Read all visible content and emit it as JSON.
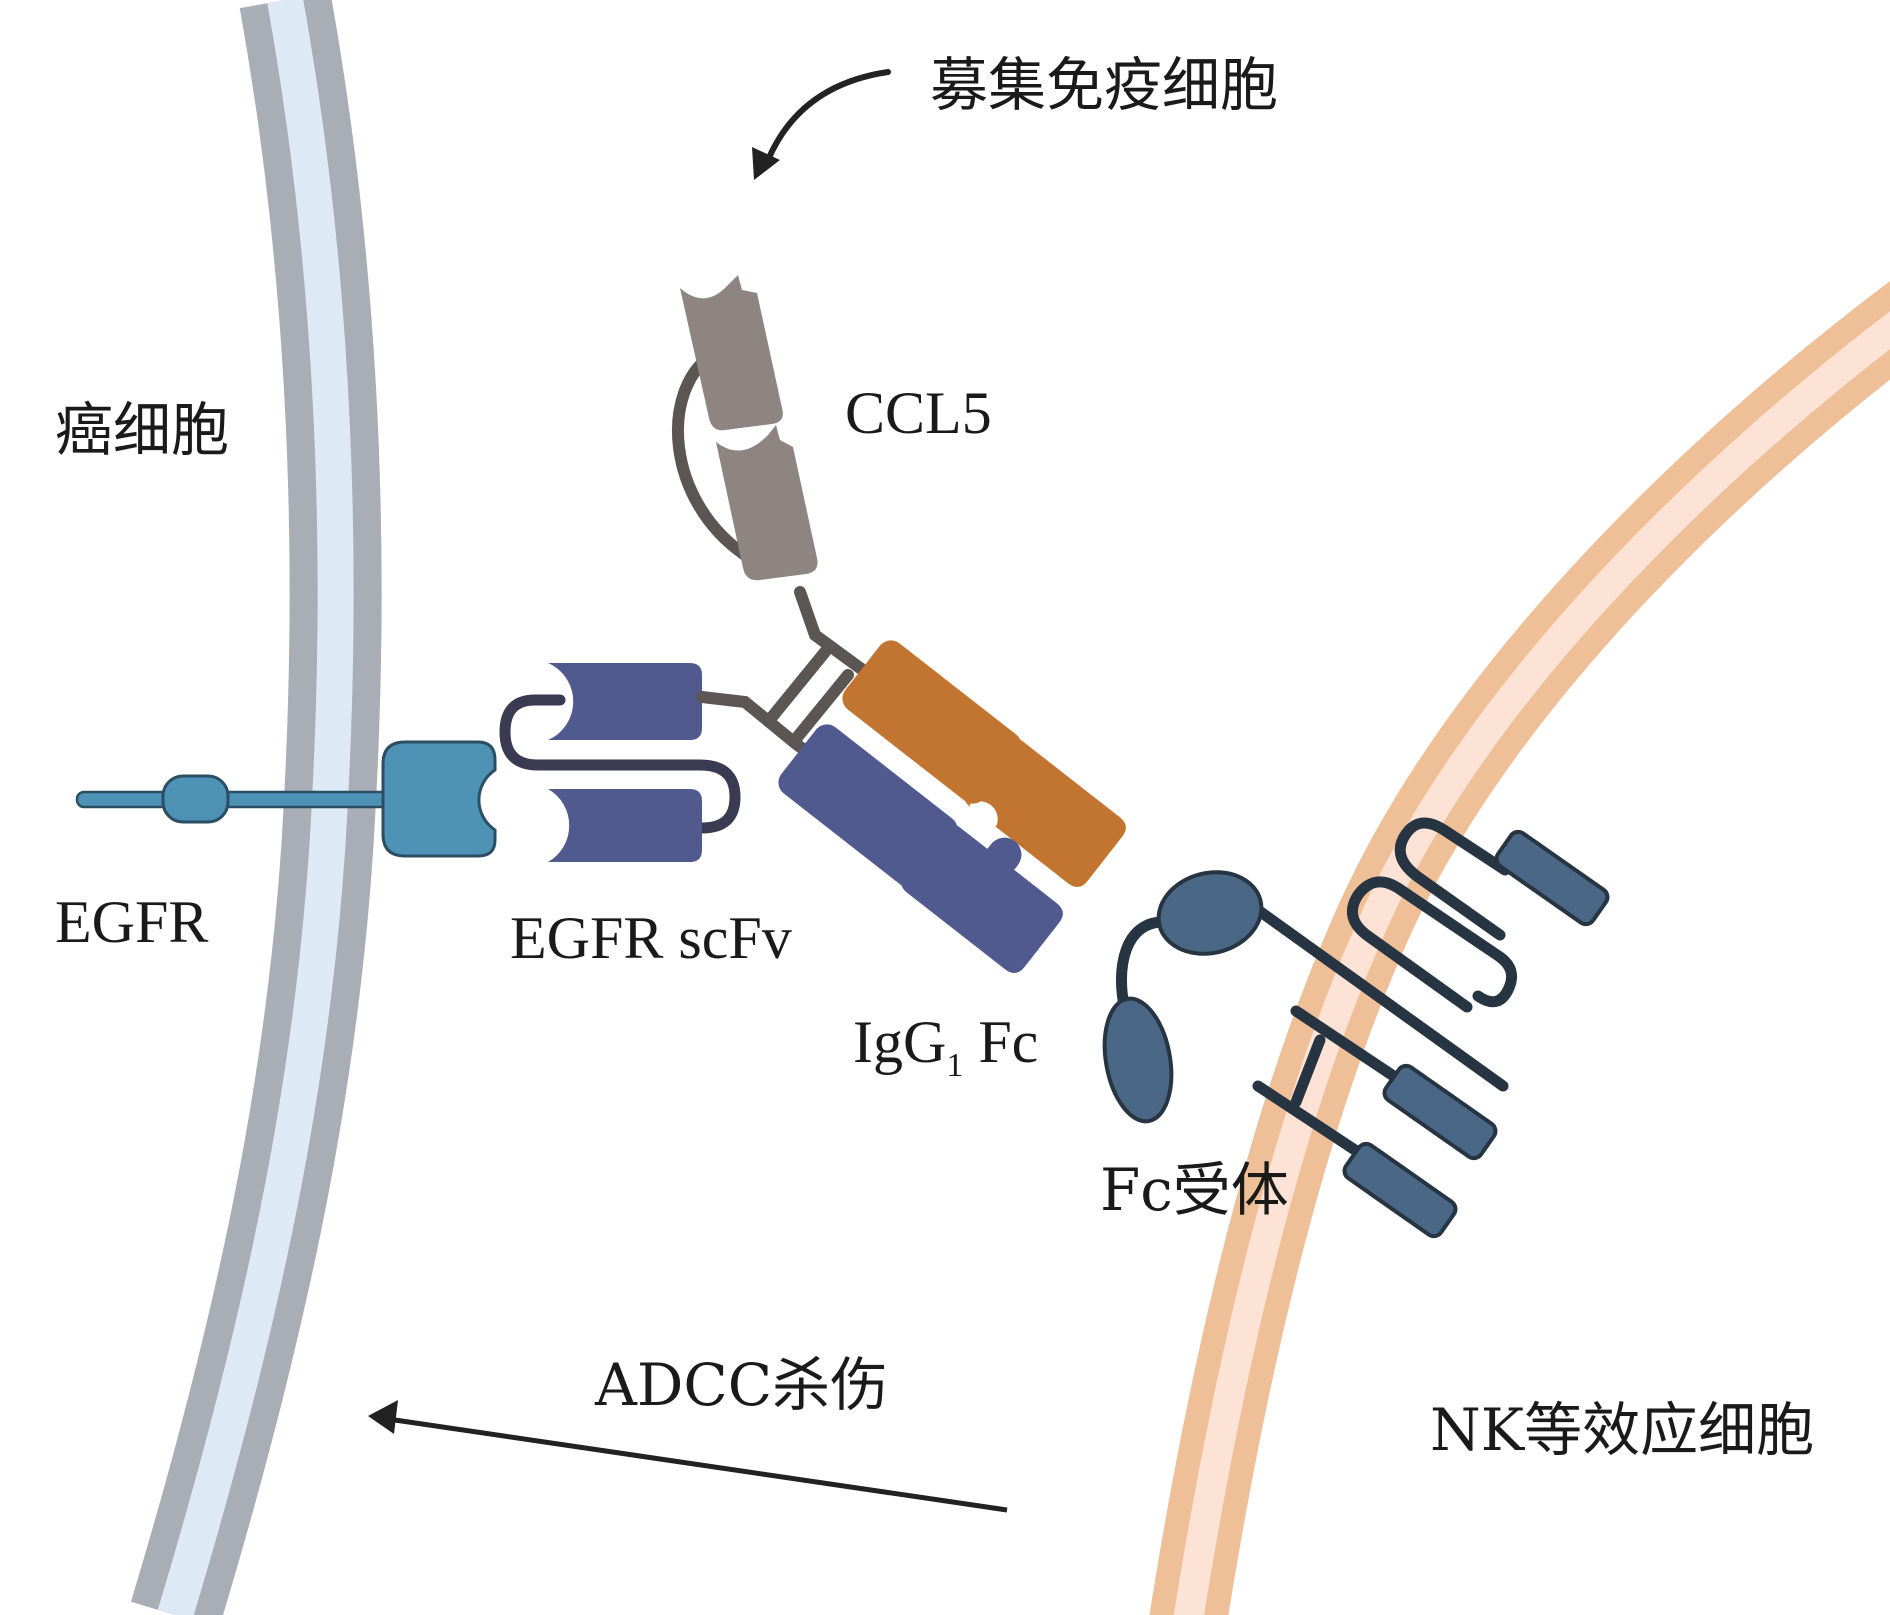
{
  "title": "CCL5-scFv-Fc fusion protein mechanism diagram",
  "labels": {
    "cancer_cell": "癌细胞",
    "recruit_immune": "募集免疫细胞",
    "ccl5": "CCL5",
    "egfr": "EGFR",
    "egfr_scfv": "EGFR scFv",
    "igg_prefix": "IgG",
    "igg_sub": "1",
    "igg_suffix": " Fc",
    "fc_receptor": "Fc受体",
    "adcc": "ADCC杀伤",
    "nk_cell": "NK等效应细胞"
  },
  "colors": {
    "cancer_membrane_outer": "#a9adb5",
    "cancer_membrane_inner": "#dde9f5",
    "nk_membrane_outer": "#efbf98",
    "nk_membrane_inner": "#fde3d5",
    "egfr": "#4e93b5",
    "egfr_stroke": "#2c4e63",
    "scfv": "#505a8f",
    "linker": "#5b5554",
    "scfv_loop": "#3a3a52",
    "ccl5": "#8e8583",
    "fc_orange": "#c27530",
    "fc_blue": "#505a8f",
    "receptor": "#4a6886",
    "receptor_stroke": "#273442",
    "arrow": "#222222"
  }
}
